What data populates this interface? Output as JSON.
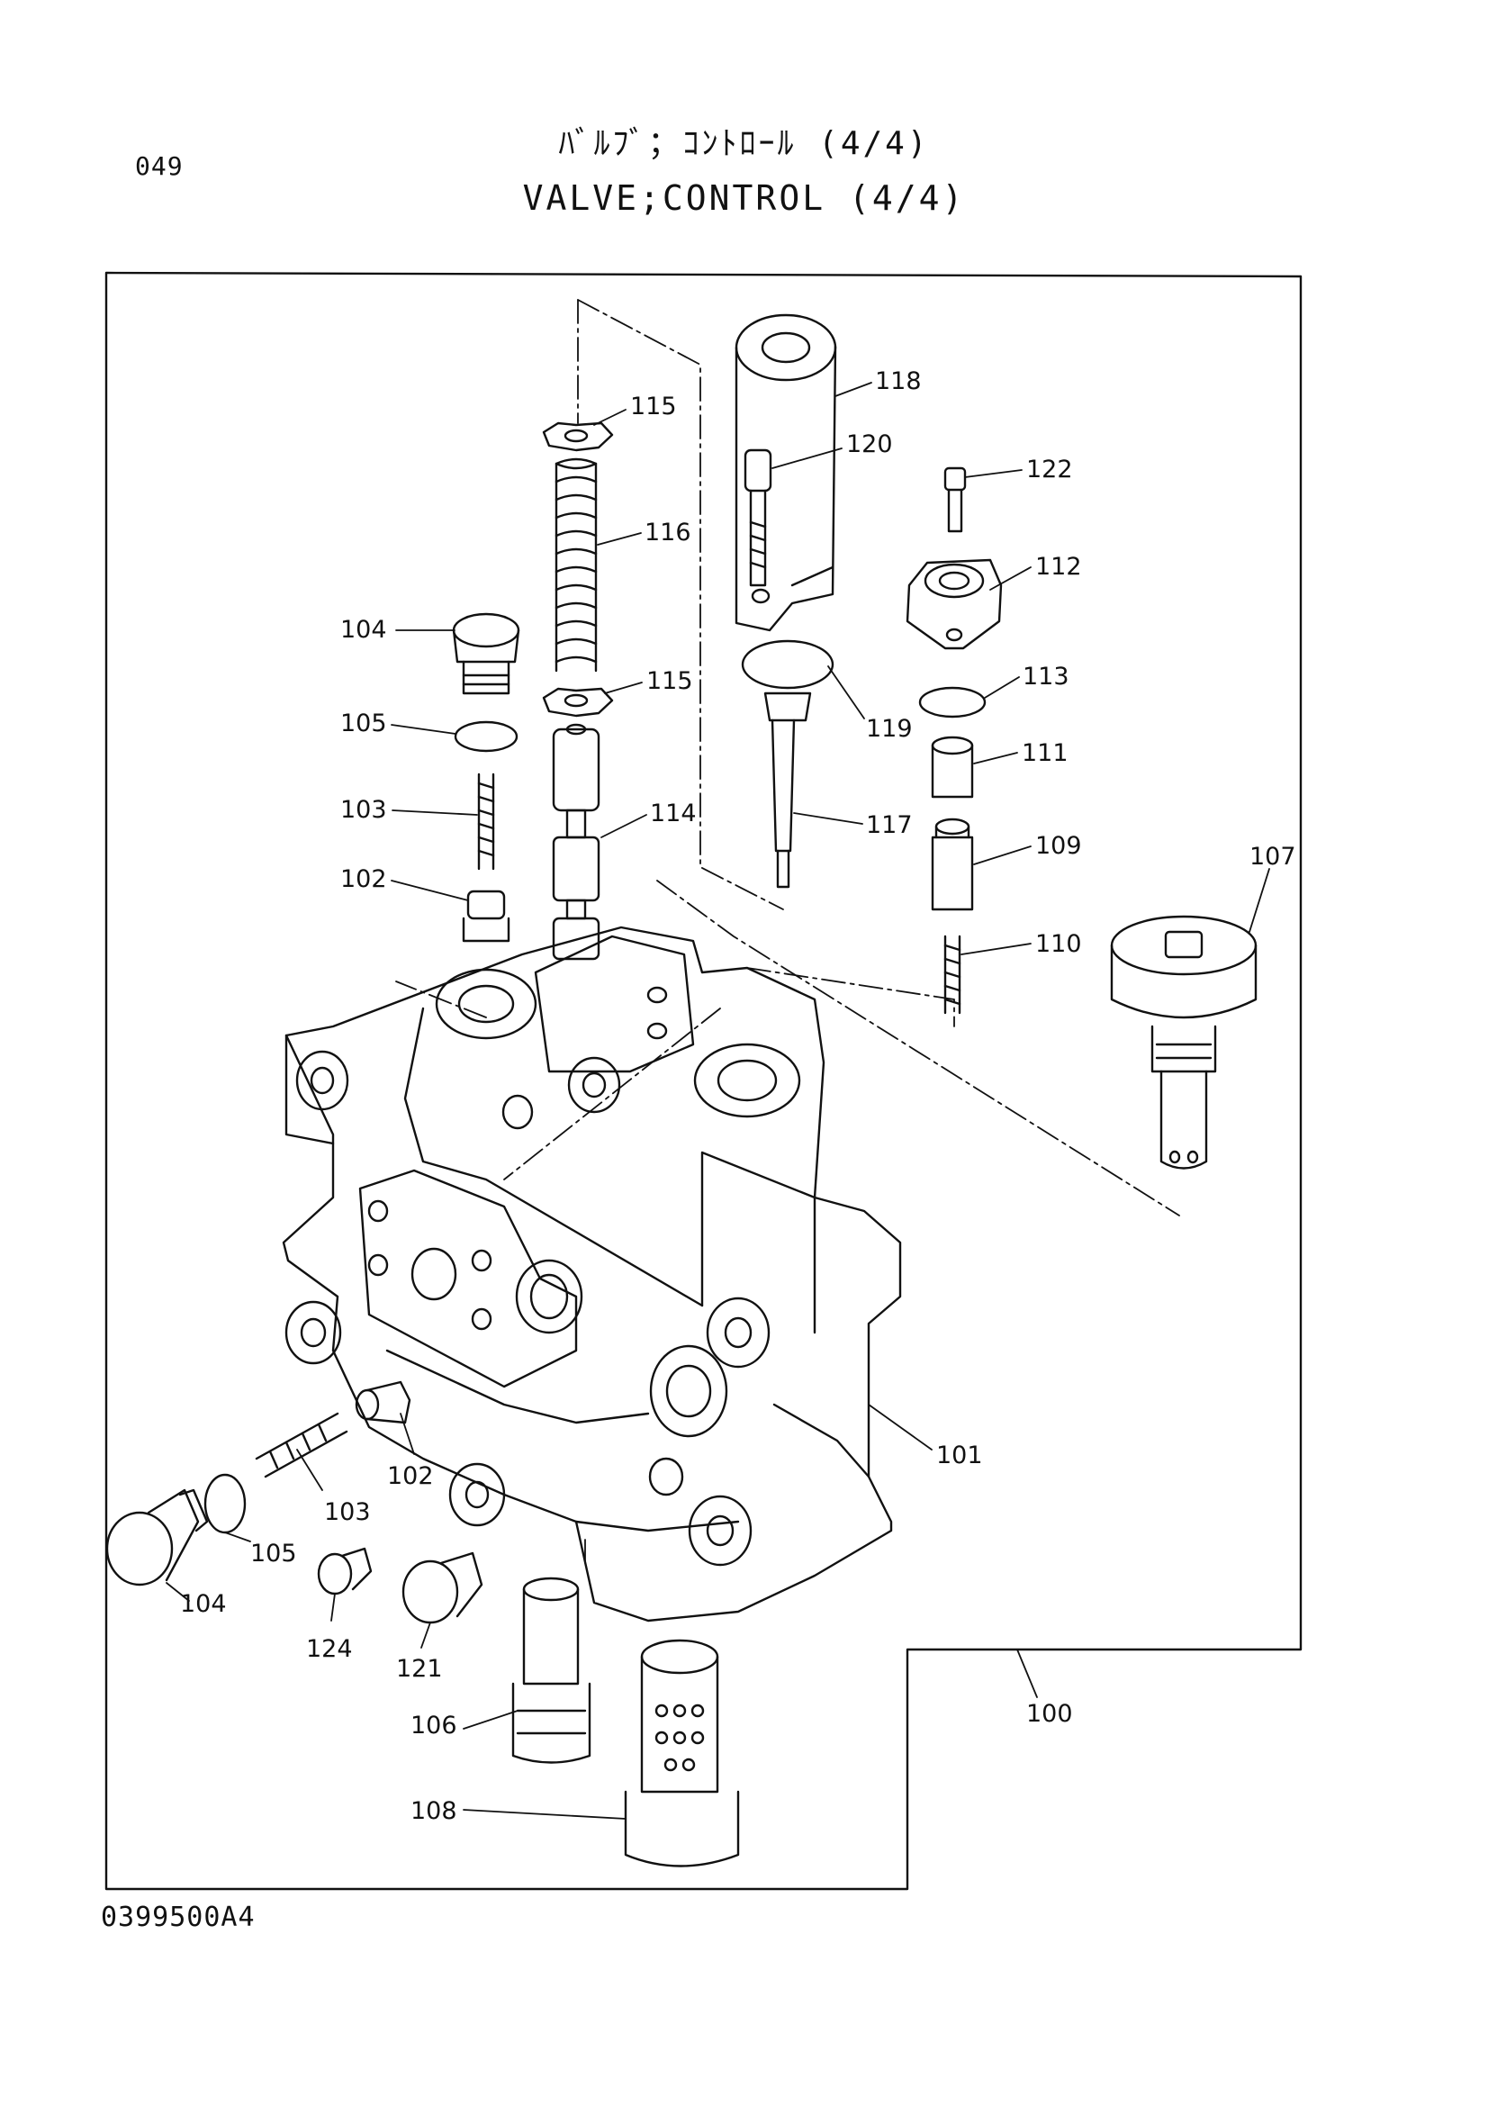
{
  "page_number": "049",
  "title_jp": "ﾊﾞﾙﾌﾞ；ｺﾝﾄﾛｰﾙ (4/4)",
  "title_en": "VALVE;CONTROL (4/4)",
  "drawing_code": "0399500A4",
  "parts": {
    "p115a": "115",
    "p118": "118",
    "p120": "120",
    "p122": "122",
    "p116": "116",
    "p112": "112",
    "p104a": "104",
    "p115b": "115",
    "p113": "113",
    "p105a": "105",
    "p119": "119",
    "p111": "111",
    "p103a": "103",
    "p114": "114",
    "p117": "117",
    "p109": "109",
    "p107": "107",
    "p102a": "102",
    "p110": "110",
    "p101": "101",
    "p102b": "102",
    "p103b": "103",
    "p105b": "105",
    "p104b": "104",
    "p124": "124",
    "p121": "121",
    "p100": "100",
    "p106": "106",
    "p108": "108"
  }
}
